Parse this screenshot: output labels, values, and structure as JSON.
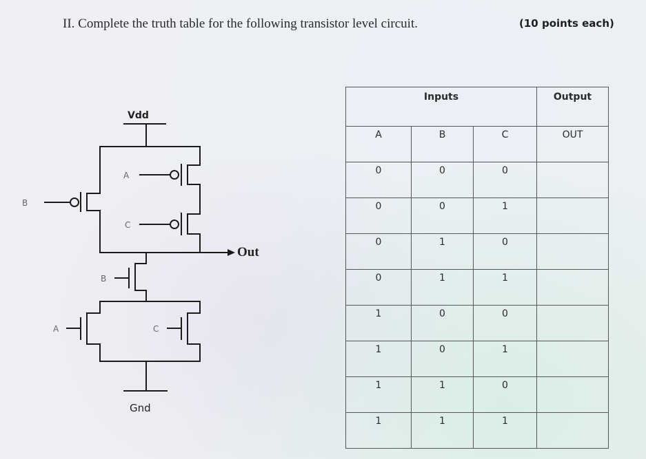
{
  "question": {
    "title": "II.  Complete the truth table for the following transistor level circuit.",
    "points": "(10 points each)"
  },
  "circuit": {
    "vdd_label": "Vdd",
    "gnd_label": "Gnd",
    "out_label": "Out",
    "inputs": {
      "pmos_b": "B",
      "pmos_a": "A",
      "pmos_c": "C",
      "nmos_b": "B",
      "nmos_a": "A",
      "nmos_c": "C"
    }
  },
  "truth_table": {
    "group_headers": [
      "Inputs",
      "Output"
    ],
    "column_headers": [
      "A",
      "B",
      "C",
      "OUT"
    ],
    "rows": [
      {
        "a": "0",
        "b": "0",
        "c": "0",
        "out": ""
      },
      {
        "a": "0",
        "b": "0",
        "c": "1",
        "out": ""
      },
      {
        "a": "0",
        "b": "1",
        "c": "0",
        "out": ""
      },
      {
        "a": "0",
        "b": "1",
        "c": "1",
        "out": ""
      },
      {
        "a": "1",
        "b": "0",
        "c": "0",
        "out": ""
      },
      {
        "a": "1",
        "b": "0",
        "c": "1",
        "out": ""
      },
      {
        "a": "1",
        "b": "1",
        "c": "0",
        "out": ""
      },
      {
        "a": "1",
        "b": "1",
        "c": "1",
        "out": ""
      }
    ]
  }
}
